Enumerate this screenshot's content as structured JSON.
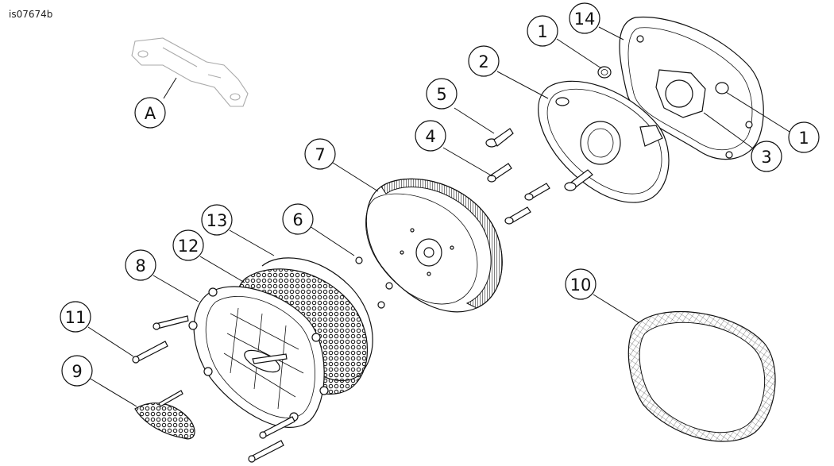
{
  "figure_code": "is07674b",
  "callouts": {
    "a": "A",
    "c1_top": "1",
    "c1_right": "1",
    "c2": "2",
    "c3": "3",
    "c4": "4",
    "c5": "5",
    "c6": "6",
    "c7": "7",
    "c8": "8",
    "c9": "9",
    "c10": "10",
    "c11": "11",
    "c12": "12",
    "c13": "13",
    "c14": "14"
  }
}
